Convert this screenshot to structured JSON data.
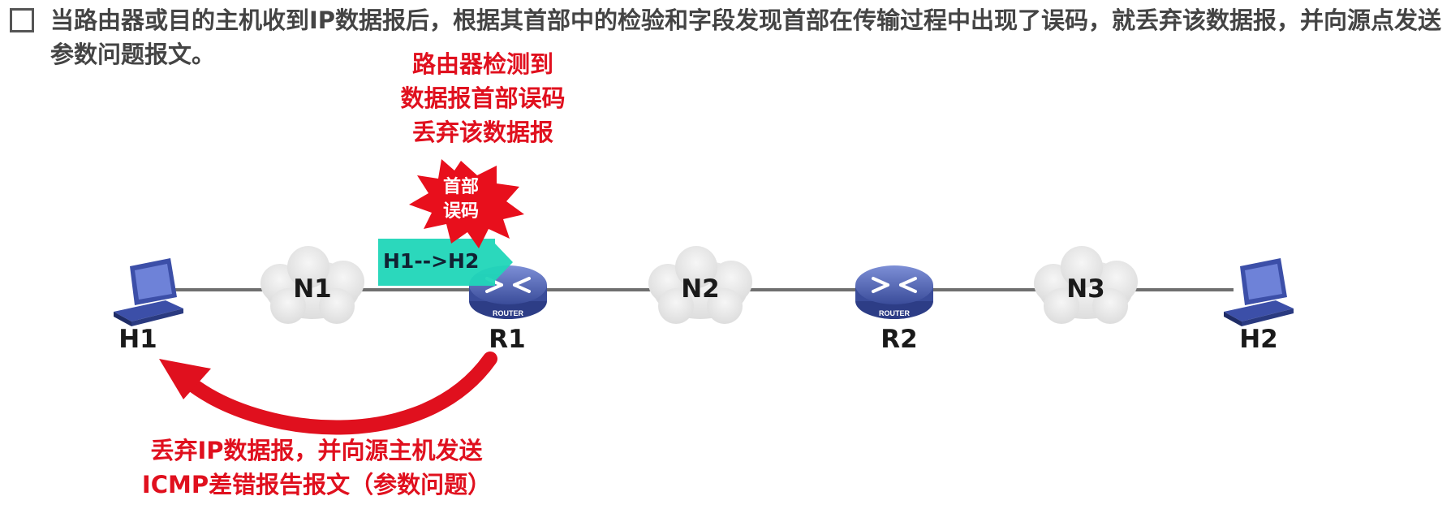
{
  "headline": "当路由器或目的主机收到IP数据报后，根据其首部中的检验和字段发现首部在传输过程中出现了误码，就丢弃该数据报，并向源点发送参数问题报文。",
  "callout": {
    "lines": [
      "路由器检测到",
      "数据报首部误码",
      "丢弃该数据报"
    ]
  },
  "burst": {
    "lines": [
      "首部",
      "误码"
    ]
  },
  "packet": {
    "label": "H1-->H2"
  },
  "devices": {
    "h1": {
      "label": "H1"
    },
    "r1": {
      "label": "R1",
      "badge": "ROUTER"
    },
    "r2": {
      "label": "R2",
      "badge": "ROUTER"
    },
    "h2": {
      "label": "H2"
    }
  },
  "networks": {
    "n1": {
      "label": "N1"
    },
    "n2": {
      "label": "N2"
    },
    "n3": {
      "label": "N3"
    }
  },
  "bottom_note": {
    "lines": [
      "丢弃IP数据报，并向源主机发送",
      "ICMP差错报告报文（参数问题）"
    ]
  },
  "colors": {
    "alert": "#e0101e",
    "packet": "#20d6b8",
    "router": "#4f64b8",
    "cloud": "#e6e6e6",
    "link": "#6f6f6f"
  }
}
